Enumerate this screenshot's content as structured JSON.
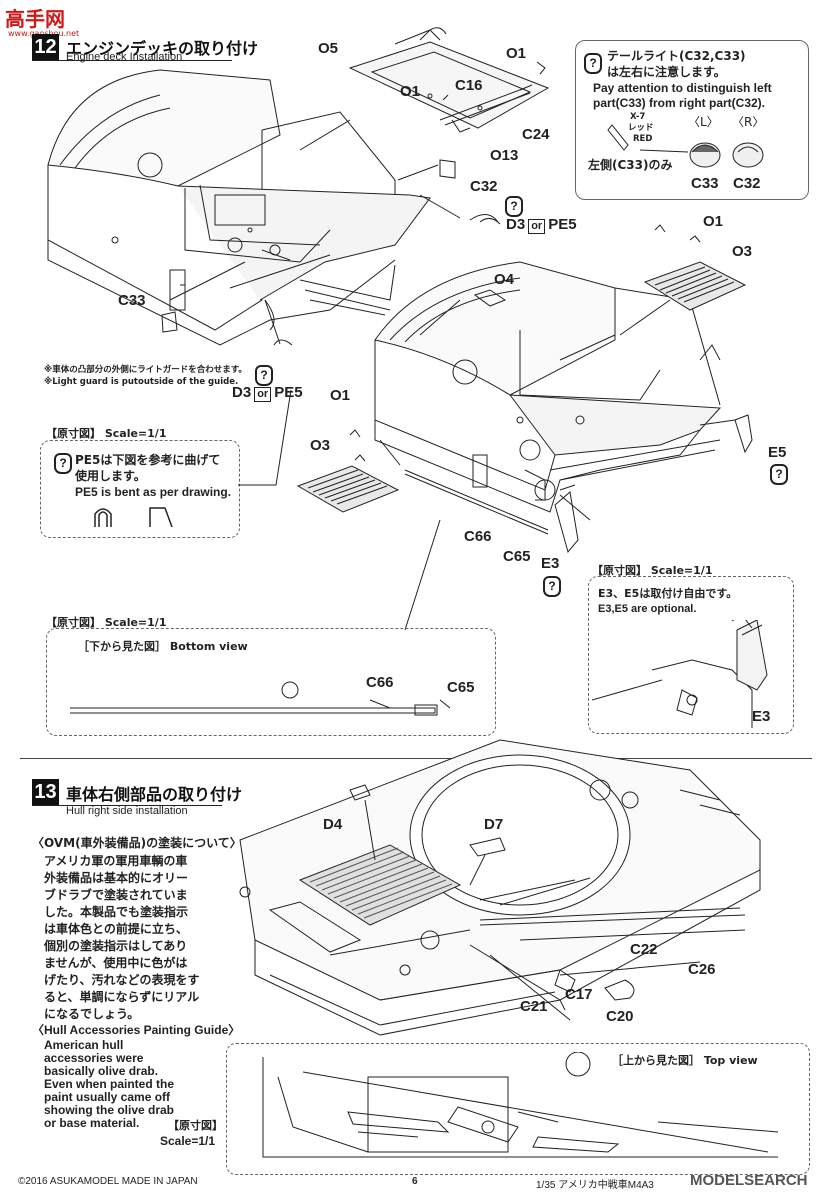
{
  "watermark": {
    "logo_text": "高手网",
    "url": "www.gaoshou.net"
  },
  "step12": {
    "number": "12",
    "title": "エンジンデッキの取り付け",
    "subtitle": "Engine deck Installation",
    "parts": {
      "O5": "O5",
      "O1a": "O1",
      "O1b": "O1",
      "C16": "C16",
      "C24": "C24",
      "C13": "O13",
      "C32": "C32",
      "D3a": "D3",
      "PE5a": "PE5",
      "or": "or",
      "O1c": "O1",
      "O3a": "O3",
      "O4": "O4",
      "C33": "C33",
      "O1d": "O1",
      "O3b": "O3",
      "E5": "E5",
      "C66": "C66",
      "C65": "C65",
      "E3": "E3",
      "D3b": "D3",
      "PE5b": "PE5"
    },
    "light_guard_note_jp": "※車体の凸部分の外側にライトガードを合わせます。",
    "light_guard_note_en": "※Light guard is putoutside of the guide.",
    "taillight_note": {
      "jp1": "テールライト(C32,C33)",
      "jp2": "は左右に注意します。",
      "en1": "Pay attention to distinguish left",
      "en2": "part(C33) from right part(C32).",
      "paint_code": "X-7",
      "paint_jp": "レッド",
      "paint_en": "RED",
      "left_label": "〈L〉",
      "right_label": "〈R〉",
      "left_only": "左側(C33)のみ",
      "c33": "C33",
      "c32": "C32"
    },
    "scale_box_pe5": {
      "header": "【原寸図】 Scale=1/1",
      "jp1": "PE5は下図を参考に曲げて",
      "jp2": "使用します。",
      "en": "PE5 is bent as per drawing."
    },
    "scale_box_bottom": {
      "header": "【原寸図】 Scale=1/1",
      "view": "［下から見た図］ Bottom view",
      "c66": "C66",
      "c65": "C65"
    },
    "scale_box_e3": {
      "header": "【原寸図】 Scale=1/1",
      "jp": "E3、E5は取付け自由です。",
      "en": "E3,E5 are optional.",
      "e3": "E3"
    }
  },
  "step13": {
    "number": "13",
    "title": "車体右側部品の取り付け",
    "subtitle": "Hull right side installation",
    "parts": {
      "D4": "D4",
      "D7": "D7",
      "C22": "C22",
      "C26": "C26",
      "C21": "C21",
      "C17": "C17",
      "C20": "C20"
    },
    "ovm_title": "〈OVM(車外装備品)の塗装について〉",
    "ovm_jp": [
      "アメリカ軍の軍用車輌の車",
      "外装備品は基本的にオリー",
      "ブドラブで塗装されていま",
      "した。本製品でも塗装指示",
      "は車体色との前提に立ち、",
      "個別の塗装指示はしてあり",
      "ませんが、使用中に色がは",
      "げたり、汚れなどの表現をす",
      "ると、単調にならずにリアル",
      "になるでしょう。"
    ],
    "guide_title": "〈Hull Accessories Painting Guide〉",
    "guide_en": [
      "American hull",
      "accessories were",
      "basically olive drab.",
      "Even when painted the",
      "paint usually came off",
      "showing the olive drab",
      "or base material."
    ],
    "scale_label": "【原寸図】",
    "scale_value": "Scale=1/1",
    "top_view": "［上から見た図］ Top view"
  },
  "footer": {
    "copyright": "©2016 ASUKAMODEL   MADE IN JAPAN",
    "page": "6",
    "product": "1/35 アメリカ中戦車M4A3",
    "brand": "MODELSEARCH"
  }
}
